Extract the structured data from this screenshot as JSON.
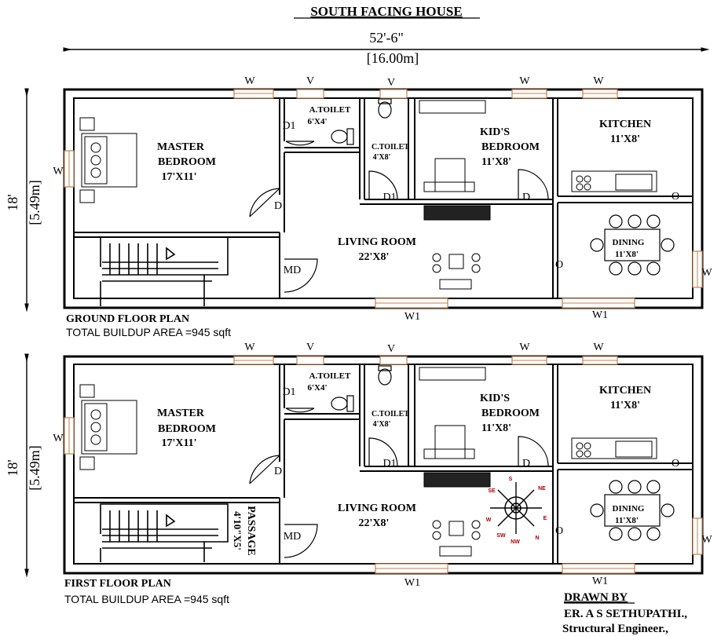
{
  "title": "SOUTH FACING HOUSE",
  "overall_width": {
    "feet": "52'-6\"",
    "meters": "[16.00m]"
  },
  "side_height": {
    "feet": "18'",
    "meters": "[5.49m]"
  },
  "labels": {
    "window_w": "W",
    "ventilator_v": "V",
    "window_w1": "W1",
    "door_d": "D",
    "door_d1": "D1",
    "main_door": "MD",
    "opening_o": "O"
  },
  "ground_floor": {
    "plan_title": "GROUND FLOOR PLAN",
    "area": "TOTAL BUILDUP AREA =945 sqft",
    "rooms": {
      "master_name_1": "MASTER",
      "master_name_2": "BEDROOM",
      "master_size": "17'X11'",
      "atoilet_name": "A.TOILET",
      "atoilet_size": "6'X4'",
      "ctoilet_name": "C.TOILET",
      "ctoilet_size": "4'X8'",
      "kids_name_1": "KID'S",
      "kids_name_2": "BEDROOM",
      "kids_size": "11'X8'",
      "kitchen_name": "KITCHEN",
      "kitchen_size": "11'X8'",
      "living_name": "LIVING ROOM",
      "living_size": "22'X8'",
      "dining_name": "DINING",
      "dining_size": "11'X8'"
    }
  },
  "first_floor": {
    "plan_title": "FIRST FLOOR PLAN",
    "area": "TOTAL BUILDUP AREA =945 sqft",
    "rooms": {
      "master_name_1": "MASTER",
      "master_name_2": "BEDROOM",
      "master_size": "17'X11'",
      "atoilet_name": "A.TOILET",
      "atoilet_size": "6'X4'",
      "ctoilet_name": "C.TOILET",
      "ctoilet_size": "4'X8'",
      "kids_name_1": "KID'S",
      "kids_name_2": "BEDROOM",
      "kids_size": "11'X8'",
      "kitchen_name": "KITCHEN",
      "kitchen_size": "11'X8'",
      "living_name": "LIVING ROOM",
      "living_size": "22'X8'",
      "dining_name": "DINING",
      "dining_size": "11'X8'",
      "passage_name": "PASSAGE",
      "passage_size": "4'10\"X5'"
    }
  },
  "compass": {
    "n": "N",
    "ne": "NE",
    "e": "E",
    "se": "SE",
    "s": "S",
    "sw": "SW",
    "w": "W",
    "nw": "NW"
  },
  "credits": {
    "drawn_by": "DRAWN BY",
    "name": "ER. A S SETHUPATHI.,",
    "role": "Structural Engineer.,"
  }
}
